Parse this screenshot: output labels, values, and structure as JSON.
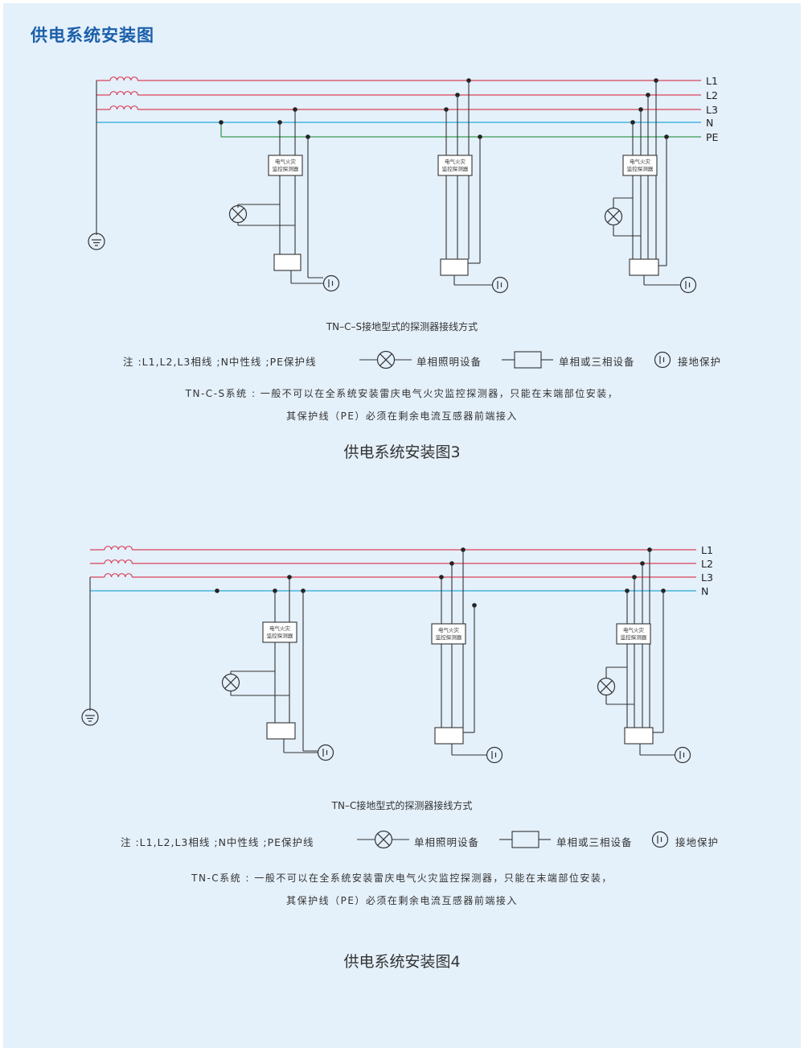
{
  "page": {
    "title": "供电系统安装图"
  },
  "detector_label": {
    "line1": "电气火灾",
    "line2": "监控探测器"
  },
  "diagrams": [
    {
      "lines": [
        "L1",
        "L2",
        "L3",
        "N",
        "PE"
      ],
      "wiring_caption": "TN–C–S接地型式的探测器接线方式",
      "legend": {
        "note": "注 :L1,L2,L3相线 ;N中性线 ;PE保护线",
        "lamp": "单相照明设备",
        "equipment": "单相或三相设备",
        "ground": "接地保护"
      },
      "description_line1": "TN-C-S系统 : 一般不可以在全系统安装雷庆电气火灾监控探测器，只能在末端部位安装，",
      "description_line2": "其保护线（PE）必须在剩余电流互感器前端接入",
      "figure_title": "供电系统安装图3"
    },
    {
      "lines": [
        "L1",
        "L2",
        "L3",
        "N"
      ],
      "wiring_caption": "TN–C接地型式的探测器接线方式",
      "legend": {
        "note": "注 :L1,L2,L3相线 ;N中性线 ;PE保护线",
        "lamp": "单相照明设备",
        "equipment": "单相或三相设备",
        "ground": "接地保护"
      },
      "description_line1": "TN-C系统 : 一般不可以在全系统安装雷庆电气火灾监控探测器，只能在末端部位安装，",
      "description_line2": "其保护线（PE）必须在剩余电流互感器前端接入",
      "figure_title": "供电系统安装图4"
    }
  ],
  "colors": {
    "phase": "#d9445a",
    "neutral": "#29a8d8",
    "pe": "#3a9a52",
    "wire": "#333333",
    "title": "#1b5faa",
    "background": "#e4f0fa"
  }
}
